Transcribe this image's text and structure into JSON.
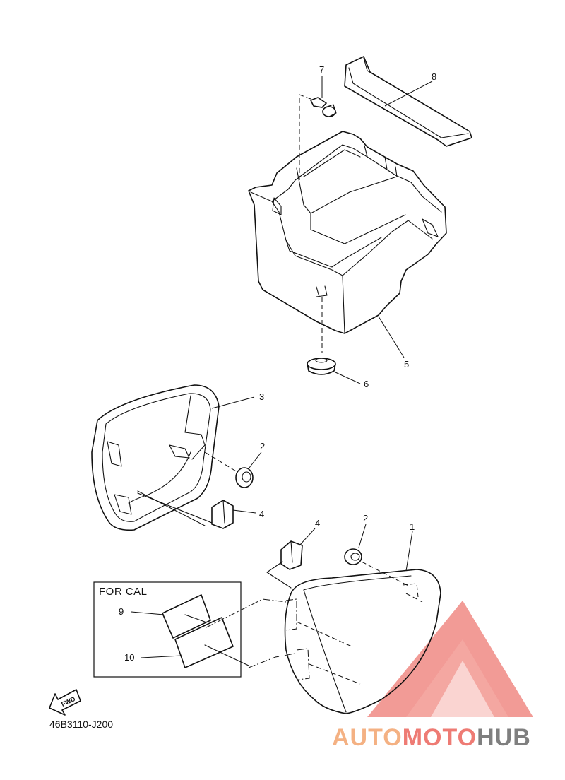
{
  "callouts": {
    "c1": "1",
    "c2a": "2",
    "c2b": "2",
    "c3": "3",
    "c4a": "4",
    "c4b": "4",
    "c5": "5",
    "c6": "6",
    "c7": "7",
    "c8": "8",
    "c9": "9",
    "c10": "10"
  },
  "inset": {
    "title": "FOR CAL"
  },
  "fwd_arrow": {
    "label": "FWD"
  },
  "diagram_code": "46B3110-J200",
  "watermark": {
    "part1": "AUTO",
    "part2": "MOTO",
    "part3": "HUB",
    "color_orange": "#f4b183",
    "color_red": "#ee7b74",
    "color_gray": "#7f7f7f"
  }
}
